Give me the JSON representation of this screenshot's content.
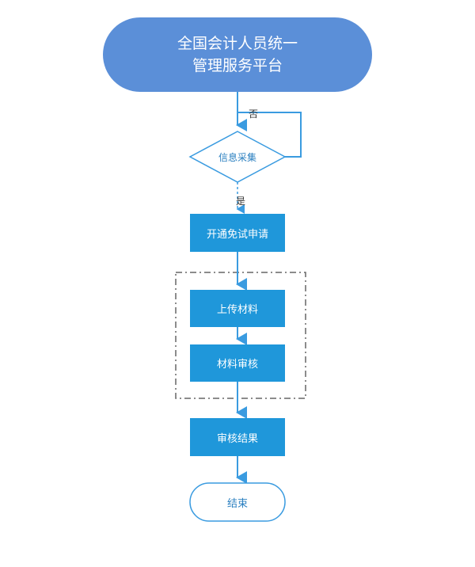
{
  "colors": {
    "start": "#5b8fd8",
    "box": "#1f97da",
    "line": "#3a9be0",
    "dash": "#666666"
  },
  "nodes": {
    "start": "全国会计人员统一\n管理服务平台",
    "decision": "信息采集",
    "apply": "开通免试申请",
    "upload": "上传材料",
    "review": "材料审核",
    "result": "审核结果",
    "end": "结束"
  },
  "edges": {
    "no": "否",
    "yes": "是"
  }
}
